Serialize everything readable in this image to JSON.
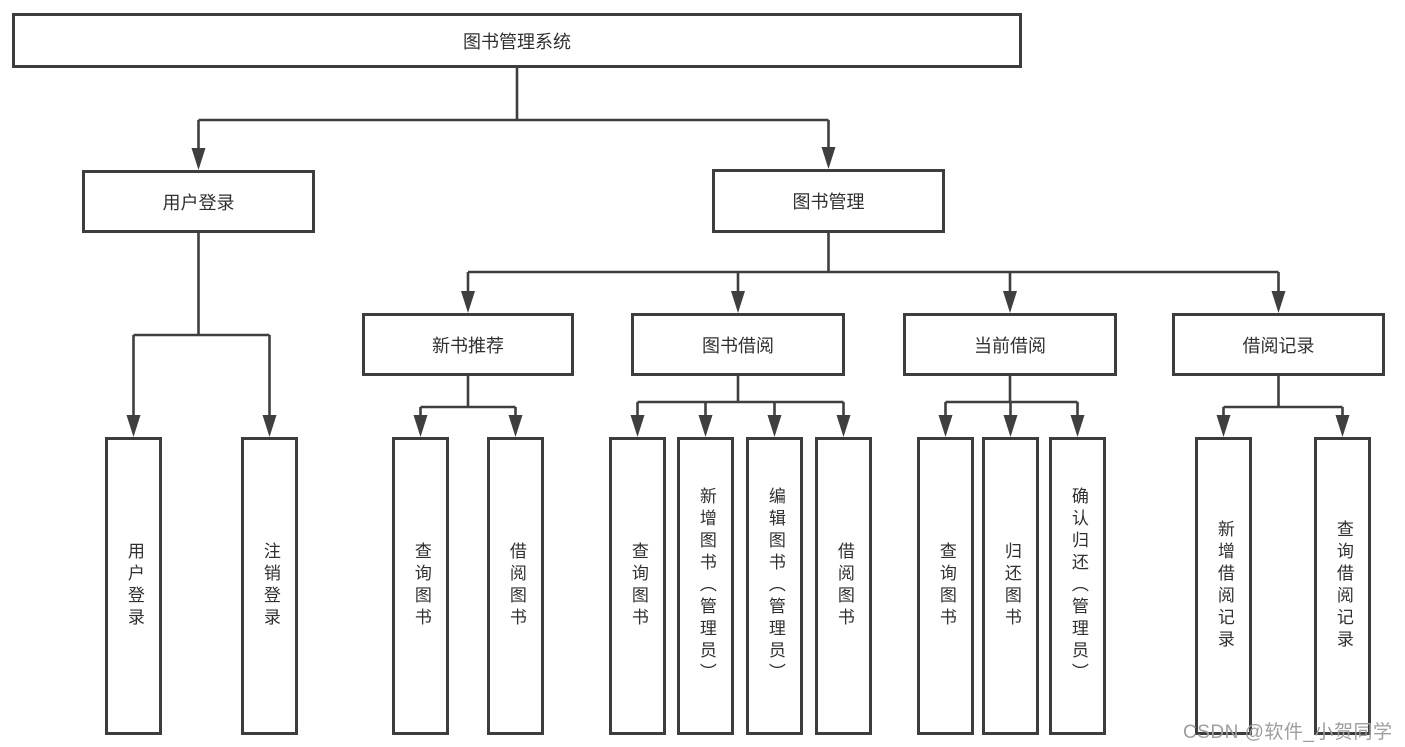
{
  "diagram_type": "hierarchy-tree",
  "colors": {
    "line": "#3f3f3f",
    "box_border": "#3d3d3d",
    "box_fill": "#ffffff",
    "text": "#303030",
    "watermark": "#9e9e9e"
  },
  "tree": {
    "label": "图书管理系统",
    "children": [
      {
        "label": "用户登录",
        "children": [
          {
            "label": "用户登录"
          },
          {
            "label": "注销登录"
          }
        ]
      },
      {
        "label": "图书管理",
        "children": [
          {
            "label": "新书推荐",
            "children": [
              {
                "label": "查询图书"
              },
              {
                "label": "借阅图书"
              }
            ]
          },
          {
            "label": "图书借阅",
            "children": [
              {
                "label": "查询图书"
              },
              {
                "label": "新增图书（管理员）"
              },
              {
                "label": "编辑图书（管理员）"
              },
              {
                "label": "借阅图书"
              }
            ]
          },
          {
            "label": "当前借阅",
            "children": [
              {
                "label": "查询图书"
              },
              {
                "label": "归还图书"
              },
              {
                "label": "确认归还（管理员）"
              }
            ]
          },
          {
            "label": "借阅记录",
            "children": [
              {
                "label": "新增借阅记录"
              },
              {
                "label": "查询借阅记录"
              }
            ]
          }
        ]
      }
    ]
  },
  "watermark": {
    "text": "CSDN @软件_小贺同学"
  }
}
